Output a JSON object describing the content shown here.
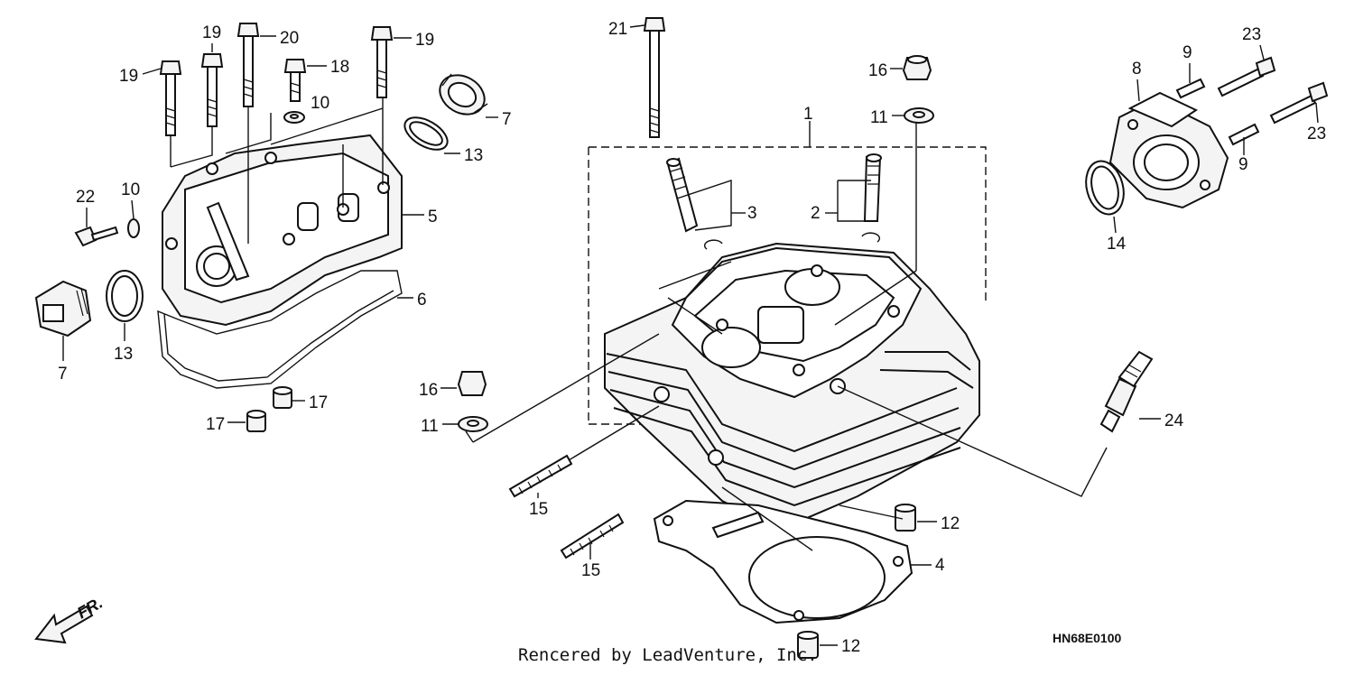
{
  "callouts": {
    "c1": "1",
    "c2": "2",
    "c3": "3",
    "c4": "4",
    "c5": "5",
    "c6": "6",
    "c7a": "7",
    "c7b": "7",
    "c8": "8",
    "c9a": "9",
    "c9b": "9",
    "c10a": "10",
    "c10b": "10",
    "c11a": "11",
    "c11b": "11",
    "c12a": "12",
    "c12b": "12",
    "c13a": "13",
    "c13b": "13",
    "c14": "14",
    "c15a": "15",
    "c15b": "15",
    "c16a": "16",
    "c16b": "16",
    "c17a": "17",
    "c17b": "17",
    "c18": "18",
    "c19a": "19",
    "c19b": "19",
    "c19c": "19",
    "c20": "20",
    "c21": "21",
    "c22": "22",
    "c23a": "23",
    "c23b": "23",
    "c24": "24"
  },
  "credit": "Rencered by LeadVenture, Inc.",
  "diagram_code": "HN68E0100",
  "direction_label": "FR."
}
